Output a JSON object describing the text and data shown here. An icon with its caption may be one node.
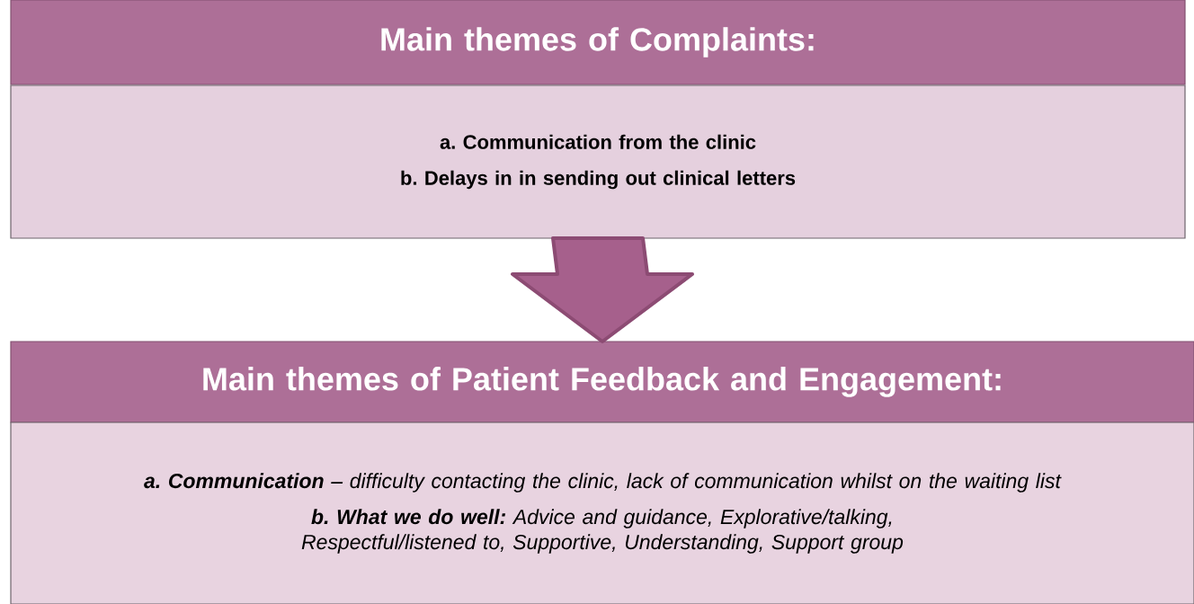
{
  "diagram": {
    "nodes": [
      {
        "text": [
          "Main themes of Complaints:"
        ]
      },
      {
        "text": [
          "a. Communication from the clinic",
          "b. Delays in in sending out clinical letters"
        ]
      },
      {
        "text": [
          "Main themes of Patient Feedback and Engagement:"
        ]
      },
      {
        "text": [
          "**a. Communication** – difficulty contacting the clinic, lack of communication whilst on the waiting list",
          "**b. What we do well:** Advice and guidance, Explorative/talking, Respectful/listened to, Supportive, Understanding, Support group"
        ]
      }
    ],
    "edges": [
      {
        "from": 1,
        "to": 2,
        "arrow": "to",
        "style": "thick"
      }
    ]
  }
}
